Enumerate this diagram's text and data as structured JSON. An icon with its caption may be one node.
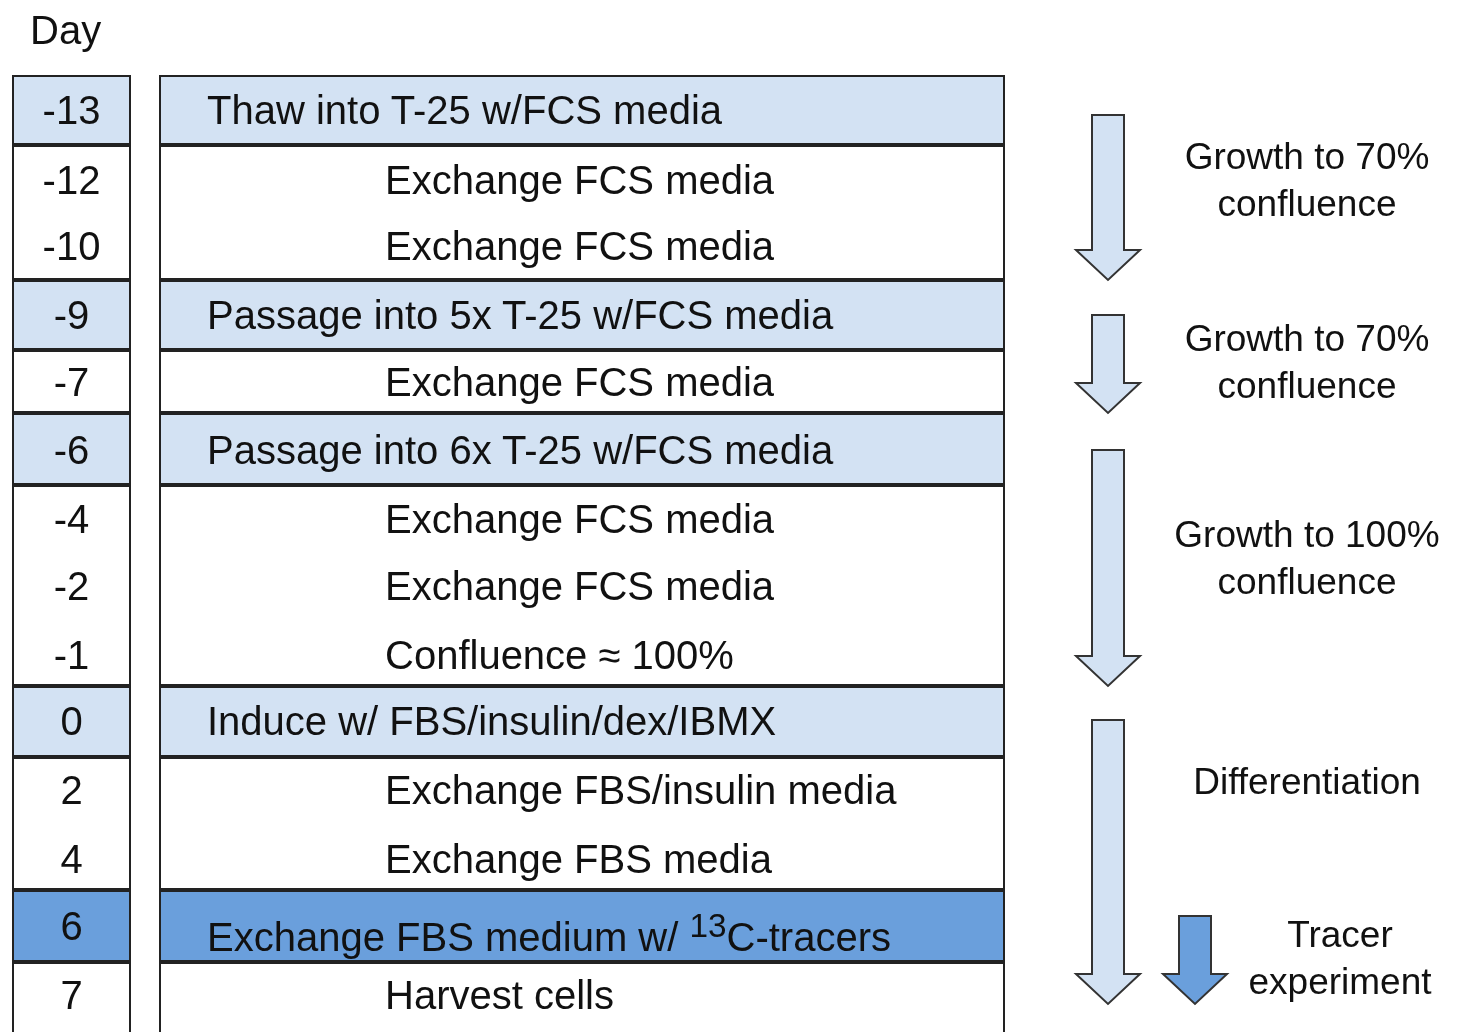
{
  "diagram": {
    "labels": [
      "Day",
      "-13",
      "Thaw into T-25 w/FCS media",
      "-12",
      "Exchange FCS media",
      "-10",
      "Exchange FCS media",
      "-9",
      "Passage into 5x T-25 w/FCS media",
      "-7",
      "Exchange FCS media",
      "-6",
      "Passage into 6x T-25 w/FCS media",
      "-4",
      "Exchange FCS media",
      "-2",
      "Exchange FCS media",
      "-1",
      "Confluence ≈ 100%",
      "0",
      "Induce w/ FBS/insulin/dex/IBMX",
      "2",
      "Exchange FBS/insulin media",
      "4",
      "Exchange FBS media",
      "6",
      "Exchange FBS medium w/ $^{13}$C-tracers",
      "7",
      "Harvest cells",
      "Growth to 70% confluence",
      "Growth to 70% confluence",
      "Growth to 100% confluence",
      "Differentiation",
      "Tracer experiment"
    ]
  }
}
